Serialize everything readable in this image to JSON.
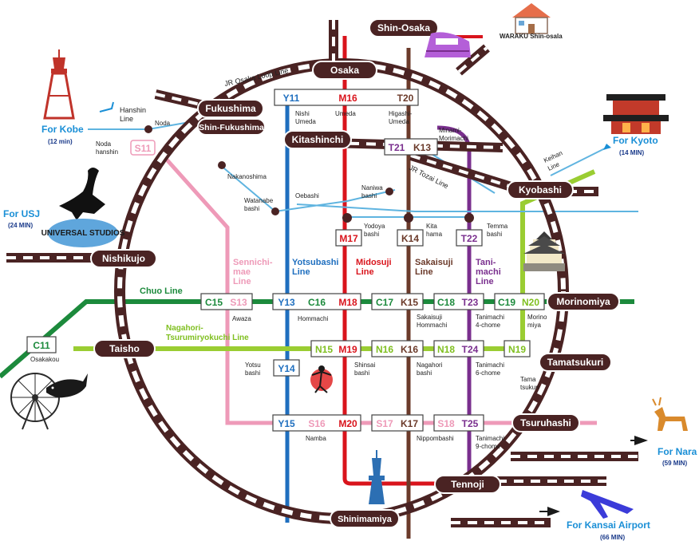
{
  "stations": {
    "shin_osaka": "Shin-Osaka",
    "osaka": "Osaka",
    "fukushima": "Fukushima",
    "shin_fukushima": "Shin-Fukushima",
    "kitashinchi": "Kitashinchi",
    "kyobashi": "Kyobashi",
    "nishikujo": "Nishikujo",
    "morinomiya": "Morinomiya",
    "taisho": "Taisho",
    "tamatsukuri": "Tamatsukuri",
    "tsuruhashi": "Tsuruhashi",
    "tennoji": "Tennoji",
    "shinimamiya": "Shinimamiya"
  },
  "small_labels": {
    "noda": "Noda",
    "noda_hanshin_1": "Noda",
    "noda_hanshin_2": "hanshin",
    "nakanoshima": "Nakanoshima",
    "watanabe_1": "Watanabe",
    "watanabe_2": "bashi",
    "oebashi": "Oebashi",
    "naniwa_1": "Naniwa",
    "naniwa_2": "bashi",
    "yodoya_1": "Yodoya",
    "yodoya_2": "bashi",
    "kitahama_1": "Kita",
    "kitahama_2": "hama",
    "temma_1": "Temma",
    "temma_2": "bashi",
    "nishi_umeda_1": "Nishi",
    "nishi_umeda_2": "Umeda",
    "umeda": "Umeda",
    "higashi_umeda_1": "Higashi-",
    "higashi_umeda_2": "Umeda",
    "minami_morimachi_1": "Minami-",
    "minami_morimachi_2": "Morimachi",
    "awaza": "Awaza",
    "hommachi": "Hommachi",
    "sakaisuji_hommachi_1": "Sakaisuji",
    "sakaisuji_hommachi_2": "Hommachi",
    "tanimachi4_1": "Tanimachi",
    "tanimachi4_2": "4-chome",
    "morinomiya_small_1": "Morino",
    "morinomiya_small_2": "miya",
    "yotsubashi_1": "Yotsu",
    "yotsubashi_2": "bashi",
    "shinsaibashi_1": "Shinsai",
    "shinsaibashi_2": "bashi",
    "nagahoribashi_1": "Nagahori",
    "nagahoribashi_2": "bashi",
    "tanimachi6_1": "Tanimachi",
    "tanimachi6_2": "6-chome",
    "tamatsukuri_small_1": "Tama",
    "tamatsukuri_small_2": "tsukuri",
    "osakakou": "Osakakou",
    "namba": "Namba",
    "nippombashi": "Nippombashi",
    "tanimachi9_1": "Tanimachi",
    "tanimachi9_2": "9-chome"
  },
  "lines": {
    "jr_loop": "JR Osaka Loop Line",
    "hanshin_1": "Hanshin",
    "hanshin_2": "Line",
    "keihan_1": "Keihan",
    "keihan_2": "Line",
    "jr_tozai": "JR Tozai Line",
    "chuo": "Chuo Line",
    "nagahori_1": "Nagahori-",
    "nagahori_2": "Tsurumiryokuchi Line",
    "sennichimae_1": "Sennichi-",
    "sennichimae_2": "mae",
    "sennichimae_3": "Line",
    "yotsubashi_1": "Yotsubashi",
    "yotsubashi_2": "Line",
    "midosuji_1": "Midosuji",
    "midosuji_2": "Line",
    "sakaisuji_1": "Sakaisuji",
    "sakaisuji_2": "Line",
    "tanimachi_1": "Tani-",
    "tanimachi_2": "machi",
    "tanimachi_3": "Line"
  },
  "codes": {
    "y11": "Y11",
    "m16": "M16",
    "t20": "T20",
    "t21": "T21",
    "k13": "K13",
    "s11": "S11",
    "m17": "M17",
    "k14": "K14",
    "t22": "T22",
    "c15": "C15",
    "s13": "S13",
    "y13": "Y13",
    "c16": "C16",
    "m18": "M18",
    "c17": "C17",
    "k15": "K15",
    "c18": "C18",
    "t23": "T23",
    "c19": "C19",
    "n20": "N20",
    "n15": "N15",
    "m19": "M19",
    "n16": "N16",
    "k16": "K16",
    "n18": "N18",
    "t24": "T24",
    "n19": "N19",
    "y14": "Y14",
    "y15": "Y15",
    "s16": "S16",
    "m20": "M20",
    "s17": "S17",
    "k17": "K17",
    "s18": "S18",
    "t25": "T25",
    "c11": "C11"
  },
  "destinations": {
    "kobe": "For Kobe",
    "kobe_min": "(12 min)",
    "usj": "For USJ",
    "usj_min": "(24 MIN)",
    "kyoto": "For Kyoto",
    "kyoto_min": "(14 MIN)",
    "nara": "For Nara",
    "nara_min": "(59 MIN)",
    "kansai": "For Kansai Airport",
    "kansai_min": "(66 MIN)"
  },
  "hotel_label": "WARAKU Shin-osala",
  "usj_logo_text": "UNIVERSAL STUDIOS",
  "colors": {
    "jr": "#4a2323",
    "yotsubashi": "#1f6fbf",
    "midosuji": "#d9141c",
    "sakaisuji": "#6b3a2a",
    "tanimachi": "#7a2f8e",
    "chuo": "#1c8a3c",
    "nagahori": "#9acd32",
    "sennichimae": "#ee9ab8",
    "tozai": "#5fb4e0",
    "dest": "#1a8fd6"
  },
  "icons": [
    "house-icon",
    "shinkansen-icon",
    "tsutenkaku-tower-icon",
    "pagoda-temple-icon",
    "osaka-castle-icon",
    "dinosaur-icon",
    "ferris-wheel-icon",
    "whale-shark-icon",
    "deer-icon",
    "airplane-icon",
    "glico-runner-icon",
    "abeno-tower-icon"
  ]
}
